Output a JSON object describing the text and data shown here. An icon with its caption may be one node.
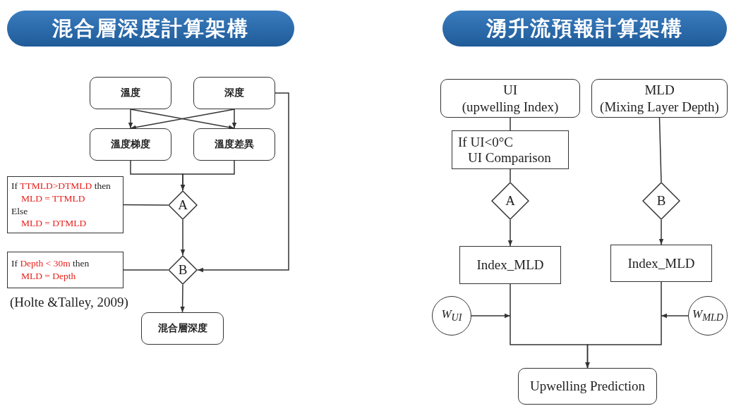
{
  "diagram": {
    "nodes": [
      {
        "text": [
          "混合層深度計算架構"
        ]
      },
      {
        "text": [
          "溫度"
        ]
      },
      {
        "text": [
          "深度"
        ]
      },
      {
        "text": [
          "溫度梯度"
        ]
      },
      {
        "text": [
          "溫度差異"
        ]
      },
      {
        "text": [
          "If",
          "TTMLD>DTMLD",
          "then",
          "MLD = TTMLD",
          "Else",
          "MLD = DTMLD"
        ]
      },
      {
        "text": [
          "A"
        ]
      },
      {
        "text": [
          "If",
          "Depth < 30m",
          "then",
          "MLD = Depth"
        ]
      },
      {
        "text": [
          "B"
        ]
      },
      {
        "text": [
          "混合層深度"
        ]
      },
      {
        "text": [
          "湧升流預報計算架構"
        ]
      },
      {
        "text": [
          "UI",
          "(upwelling Index)"
        ]
      },
      {
        "text": [
          "MLD",
          "(Mixing Layer Depth)"
        ]
      },
      {
        "text": [
          "If UI<0°C",
          "UI Comparison"
        ]
      },
      {
        "text": [
          "A"
        ]
      },
      {
        "text": [
          "B"
        ]
      },
      {
        "text": [
          "Index_MLD"
        ]
      },
      {
        "text": [
          "Index_MLD"
        ]
      },
      {
        "text": [
          "W$_{UI}$"
        ]
      },
      {
        "text": [
          "W$_{MLD}$"
        ]
      },
      {
        "text": [
          "Upwelling Prediction"
        ]
      }
    ],
    "edges": [
      {
        "from": 1,
        "to": 3,
        "arrow": "to"
      },
      {
        "from": 1,
        "to": 4,
        "arrow": "to"
      },
      {
        "from": 2,
        "to": 3,
        "arrow": "to"
      },
      {
        "from": 2,
        "to": 4,
        "arrow": "to"
      },
      {
        "from": 3,
        "to": 6,
        "arrow": "to"
      },
      {
        "from": 4,
        "to": 6,
        "arrow": "to"
      },
      {
        "from": 5,
        "to": 6,
        "arrow": "none"
      },
      {
        "from": 6,
        "to": 8,
        "arrow": "to"
      },
      {
        "from": 2,
        "to": 8,
        "arrow": "to"
      },
      {
        "from": 7,
        "to": 8,
        "arrow": "none"
      },
      {
        "from": 8,
        "to": 9,
        "arrow": "to"
      },
      {
        "from": 11,
        "to": 13,
        "arrow": "none"
      },
      {
        "from": 13,
        "to": 14,
        "arrow": "none"
      },
      {
        "from": 14,
        "to": 16,
        "arrow": "to"
      },
      {
        "from": 12,
        "to": 15,
        "arrow": "none"
      },
      {
        "from": 15,
        "to": 17,
        "arrow": "to"
      },
      {
        "from": 16,
        "to": 20,
        "arrow": "to"
      },
      {
        "from": 17,
        "to": 20,
        "arrow": "to"
      },
      {
        "from": 18,
        "to": null,
        "arrow": "to"
      },
      {
        "from": 19,
        "to": null,
        "arrow": "to"
      }
    ],
    "labels": [
      "(Holte &Talley, 2009)"
    ]
  }
}
